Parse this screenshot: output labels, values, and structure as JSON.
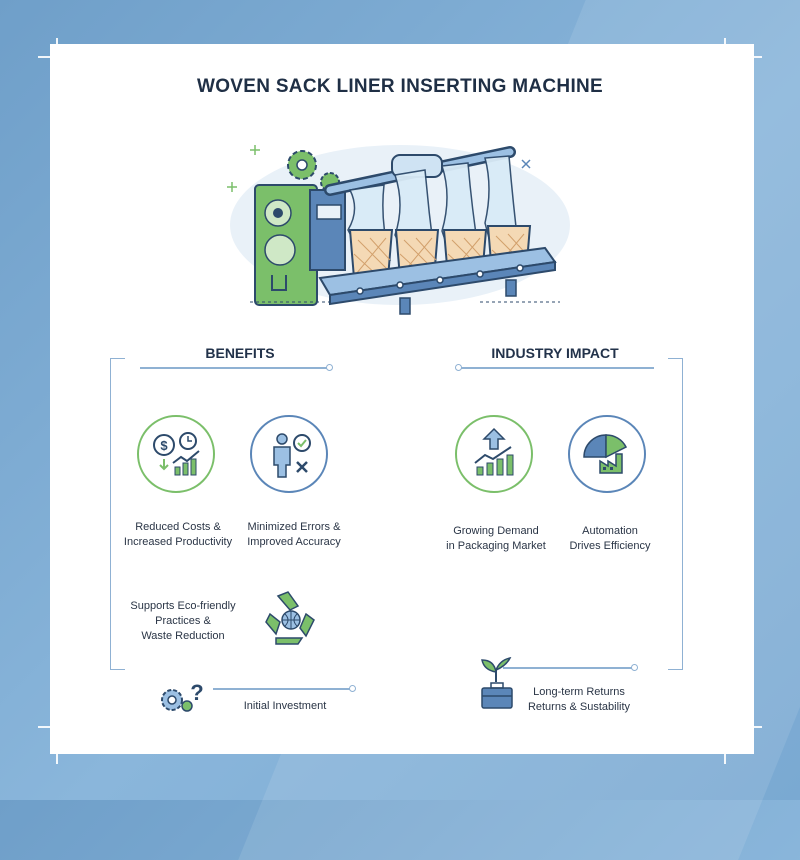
{
  "title": "WOVEN SACK LINER INSERTING MACHINE",
  "colors": {
    "accent_blue": "#5b86b8",
    "accent_green": "#7bbf6a",
    "rule": "#8fb1d3",
    "text": "#1f2f45"
  },
  "benefits": {
    "heading": "BENEFITS",
    "items": [
      {
        "icon": "cost-productivity-icon",
        "line1": "Reduced Costs &",
        "line2": "Increased Productivity"
      },
      {
        "icon": "accuracy-icon",
        "line1": "Minimized Errors &",
        "line2": "Improved Accuracy"
      },
      {
        "icon": "recycle-globe-icon",
        "line1": "Supports Eco-friendly",
        "line2": "Practices &",
        "line3": "Waste Reduction"
      }
    ],
    "footer": {
      "icon": "gear-question-icon",
      "label": "Initial Investment"
    }
  },
  "industry": {
    "heading": "INDUSTRY IMPACT",
    "items": [
      {
        "icon": "growth-chart-icon",
        "line1": "Growing Demand",
        "line2": "in Packaging Market"
      },
      {
        "icon": "factory-gauge-icon",
        "line1": "Automation",
        "line2": "Drives Efficiency"
      }
    ],
    "footer": {
      "icon": "briefcase-plant-icon",
      "line1": "Long-term Returns",
      "line2": "Returns & Sustability"
    }
  }
}
